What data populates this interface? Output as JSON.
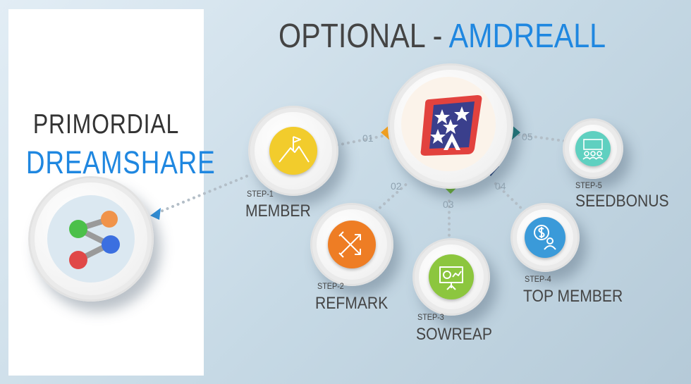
{
  "title": {
    "prefix": "OPTIONAL - ",
    "highlight": "AMDREALL"
  },
  "left": {
    "line1": "PRIMORDIAL",
    "line2": "DREAMSHARE"
  },
  "steps": [
    {
      "number": "01",
      "label": "STEP-1",
      "name": "MEMBER",
      "icon": "flag-mountain-icon",
      "color": "#f2cc2c"
    },
    {
      "number": "02",
      "label": "STEP-2",
      "name": "REFMARK",
      "icon": "crossed-arrows-icon",
      "color": "#ee7d24"
    },
    {
      "number": "03",
      "label": "STEP-3",
      "name": "SOWREAP",
      "icon": "presentation-board-icon",
      "color": "#8cc63e"
    },
    {
      "number": "04",
      "label": "STEP-4",
      "name": "TOP MEMBER",
      "icon": "dollar-user-icon",
      "color": "#3a9ad9"
    },
    {
      "number": "05",
      "label": "STEP-5",
      "name": "SEEDBONUS",
      "icon": "meeting-board-icon",
      "color": "#5fd0c0"
    }
  ],
  "colors": {
    "accent": "#1f87e0",
    "text": "#444444"
  }
}
